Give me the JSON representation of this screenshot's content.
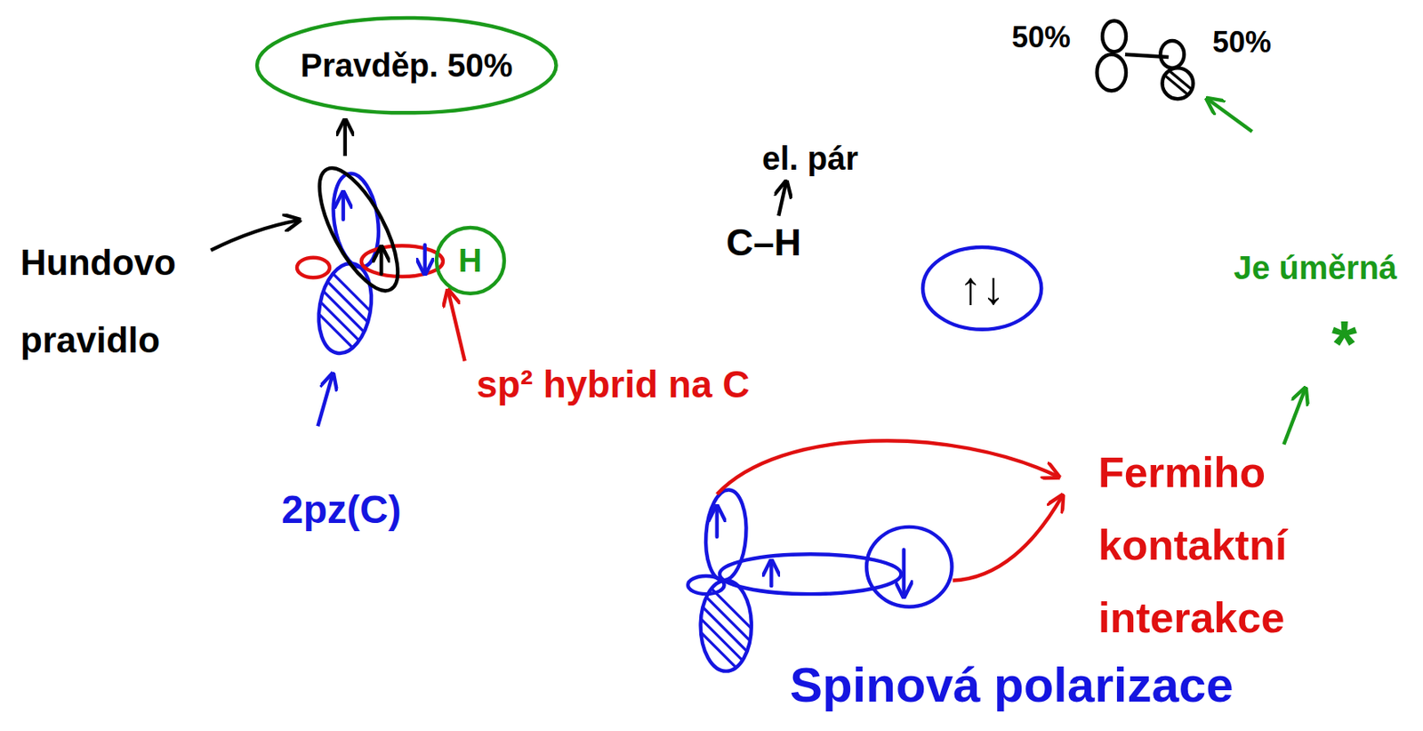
{
  "diagram": {
    "nodes": [
      {
        "text": [
          "Pravděp. 50%"
        ]
      },
      {
        "text": [
          "H"
        ]
      },
      {
        "text": [
          "↑↓"
        ]
      }
    ],
    "labels": [
      "Hundovo pravidlo",
      "sp² hybrid na C",
      "2pz(C)",
      "el. pár",
      "C–H",
      "50%",
      "50%",
      "Je úměrná",
      "*",
      "Fermiho kontaktní interakce",
      "Spinová polarizace"
    ]
  }
}
